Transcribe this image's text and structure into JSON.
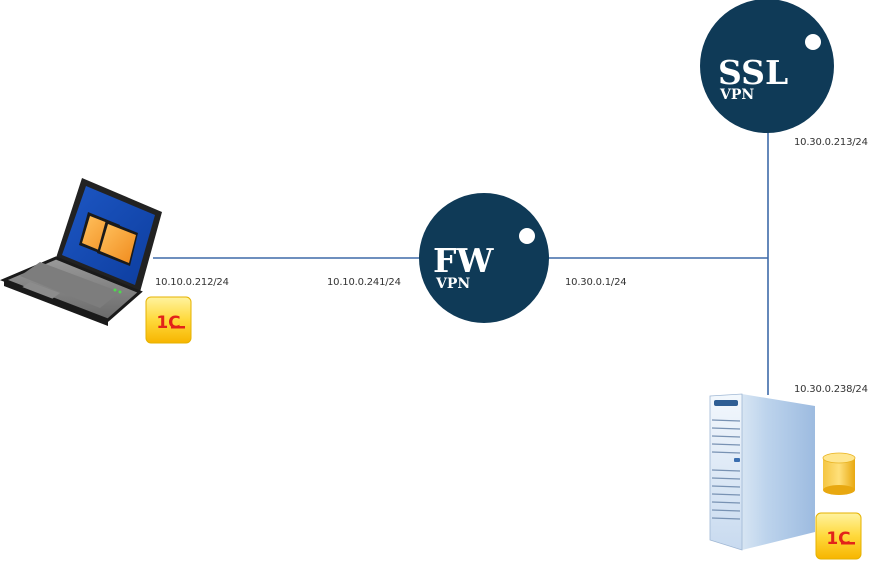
{
  "diagram": {
    "type": "network-topology",
    "colors": {
      "node_fill": "#0f3a57",
      "link": "#3e6aa8",
      "label_text": "#333333",
      "onec_yellow": "#ffd84a",
      "onec_red": "#e2231a"
    },
    "nodes": {
      "ssl_vpn": {
        "title": "SSL",
        "subtitle": "VPN",
        "ip": "10.30.0.213/24"
      },
      "fw_vpn": {
        "title": "FW",
        "subtitle": "VPN",
        "ip_left": "10.10.0.241/24",
        "ip_right": "10.30.0.1/24"
      },
      "laptop": {
        "label": "Laptop client",
        "ip": "10.10.0.212/24",
        "app_icon": "1C"
      },
      "server": {
        "label": "Server",
        "ip": "10.30.0.238/24",
        "app_icon": "1C",
        "db_icon": "database"
      }
    },
    "links": [
      {
        "from": "laptop",
        "to": "fw_vpn"
      },
      {
        "from": "fw_vpn",
        "to": "switch"
      },
      {
        "from": "switch",
        "to": "ssl_vpn"
      },
      {
        "from": "switch",
        "to": "server"
      }
    ]
  }
}
